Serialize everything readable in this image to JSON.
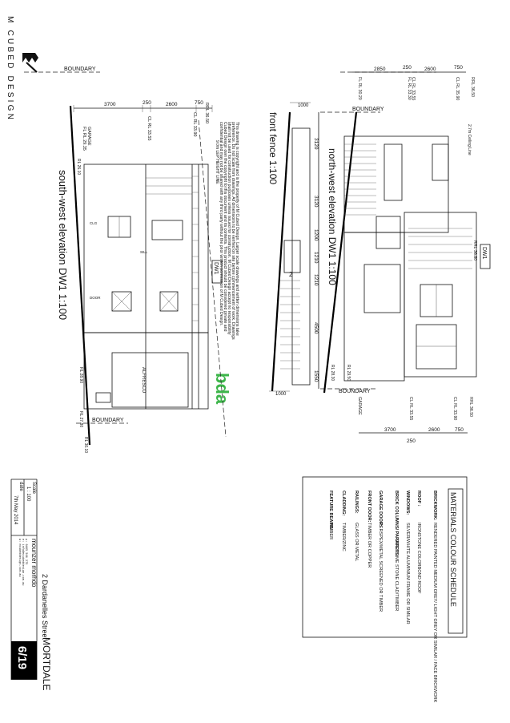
{
  "brand": {
    "name": "M CUBED DESIGN"
  },
  "copyright": {
    "lines": [
      "This drawing is copyright and is the property of M Cubed Design. Larger scale drawings and written dimensions take",
      "preference. Do not scale from drawings. All dimensions to be verified on site before commencement of work. Drawings",
      "shall not be used for construction purposes unless issued for construction. M Cubed Design accept no responsibility",
      "Cubed Design own the copyright to this document and its contents. This product should be considered private and",
      "confidential and may not be shared with any third party without the prior written permission of M Cubed Design."
    ]
  },
  "bda": {
    "logo": "bda"
  },
  "southwest": {
    "title": "south-west elevation DW1   1:100",
    "boundary_top": "BOUNDARY",
    "boundary_bottom": "BOUNDARY",
    "dims": [
      "3700",
      "250",
      "2600",
      "750"
    ],
    "levels": [
      "FL RL 29.35",
      "CL RL 33.55",
      "CL RL 33.90",
      "RRL 36.50"
    ],
    "garage": "GARAGE",
    "rl_left": "RL 26.10",
    "rl_mid": "RL 28.90",
    "rl_bottom1": "RL 27.80",
    "rl_bottom2": "RL 30.10",
    "height_plane": "9.0m LEP HEIGHT LINE",
    "dw": "DW1",
    "alfresco": "ALFRESCO",
    "window_notes": [
      "CLG",
      "SILL",
      "DOOR"
    ]
  },
  "northwest": {
    "title": "north-west elevation DW1   1:100",
    "boundary_top": "BOUNDARY",
    "boundary_bottom": "BOUNDARY",
    "dims_top": [
      "2850",
      "250",
      "2600",
      "750"
    ],
    "dims_side": [
      "3120",
      "3120",
      "1200",
      "1210",
      "1210",
      "4500",
      "1550"
    ],
    "dims_bottom": [
      "3700",
      "250",
      "2600",
      "750"
    ],
    "levels_top": [
      "FL RL 30.20",
      "FL RL 33.30",
      "CL RL 33.55",
      "CL RL 35.90",
      "RRL 36.50"
    ],
    "levels_bottom": [
      "CL RL 33.55",
      "CL RL 33.90",
      "RRL 36.50"
    ],
    "ceiling": "2.7m Ceiling Line",
    "dw": "DW1",
    "rrl": "RRL 36.80",
    "garage": "GARAGE",
    "rl_bottom": "RL 28.30",
    "rl_mid": "RL 29.50"
  },
  "front_fence": {
    "title": "front fence   1:100",
    "dim_top": "1000",
    "dim_bottom": "1000",
    "num": "2"
  },
  "schedule": {
    "title": "MATERIALS COLOUR SCHEDULE",
    "rows": [
      {
        "label": "BRICKWORK:",
        "value": "RENDERED PAINTED MEDIUM GREY/ LIGHT GREY OR SIMILAR / FACE BRICKWORK"
      },
      {
        "label": "ROOF :",
        "value": "IRONSTONE COLORBOND ROOF"
      },
      {
        "label": "WINDOWS:",
        "value": "SILVER/WHITE ALUMINIUM FRAME OR SIMILAR"
      },
      {
        "label": "BRICK COLUMNS/ PARAPETS:",
        "value": "GREY/LIME STONE CLAD/TIMBER"
      },
      {
        "label": "GARAGE DOOR:",
        "value": "PERSPEX/METAL SCREENED OR TIMBER"
      },
      {
        "label": "FRONT DOOR:",
        "value": "TIMBER OR COPPER"
      },
      {
        "label": "RAILINGS:",
        "value": "GLASS OR METAL"
      },
      {
        "label": "CLADDING:",
        "value": "TIMBER/ZINC"
      },
      {
        "label": "FEATURE BEAMS:",
        "value": "TIMBER"
      }
    ]
  },
  "titleblock": {
    "address": "2 Dardanelles Street",
    "suburb": "MORTDALE",
    "client": "mounzer morhdo",
    "scale_label": "Scale",
    "scale_value": "1 : 100",
    "date_label": "date",
    "date_value": "7th May 2014",
    "sheet": "6/19",
    "contact": [
      "p: 0405 566 275",
      "e: info@mcubeddesign.com.au",
      "w: mcubeddesign.com.au"
    ]
  }
}
